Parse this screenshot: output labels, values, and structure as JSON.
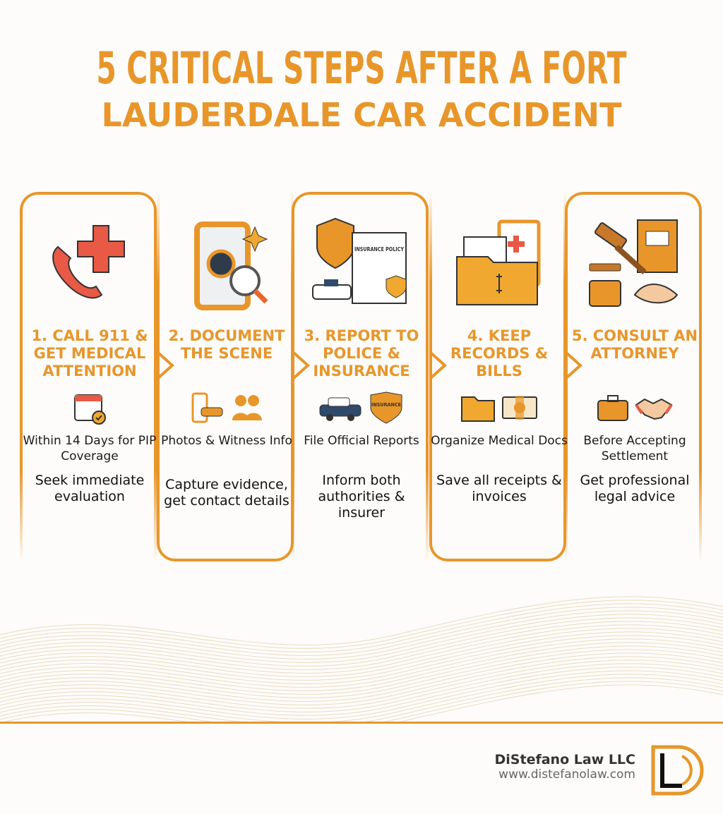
{
  "title": {
    "line1": "5 CRITICAL STEPS AFTER A FORT",
    "line2": "LAUDERDALE CAR ACCIDENT"
  },
  "accent": "#e8962a",
  "steps": [
    {
      "title": "1. CALL 911 & GET MEDICAL ATTENTION",
      "icon": "phone-medical-cross-icon",
      "small_icons": [
        "calendar-check-icon"
      ],
      "sub": "Within 14 Days for PIP Coverage",
      "desc": "Seek immediate evaluation"
    },
    {
      "title": "2. DOCUMENT THE SCENE",
      "icon": "phone-camera-magnifier-icon",
      "small_icons": [
        "phone-car-crash-icon",
        "people-icon"
      ],
      "sub": "Photos & Witness Info",
      "desc": "Capture evidence, get contact details"
    },
    {
      "title": "3. REPORT TO POLICE & INSURANCE",
      "icon": "police-badge-insurance-policy-icon",
      "small_icons": [
        "police-car-icon",
        "insurance-shield-icon"
      ],
      "sub": "File Official Reports",
      "desc": "Inform both authorities & insurer"
    },
    {
      "title": "4. KEEP RECORDS & BILLS",
      "icon": "folder-clipboard-bills-icon",
      "small_icons": [
        "folder-icon",
        "cash-icon"
      ],
      "sub": "Organize Medical Docs",
      "desc": "Save all receipts & invoices"
    },
    {
      "title": "5. CONSULT AN ATTORNEY",
      "icon": "gavel-book-briefcase-icon",
      "small_icons": [
        "briefcase-icon",
        "handshake-icon"
      ],
      "sub": "Before Accepting Settlement",
      "desc": "Get professional legal advice"
    }
  ],
  "policy_text": "INSURANCE POLICY",
  "insurance_badge": "INSURANCE",
  "footer": {
    "firm": "DiStefano Law LLC",
    "url": "www.distefanolaw.com"
  }
}
